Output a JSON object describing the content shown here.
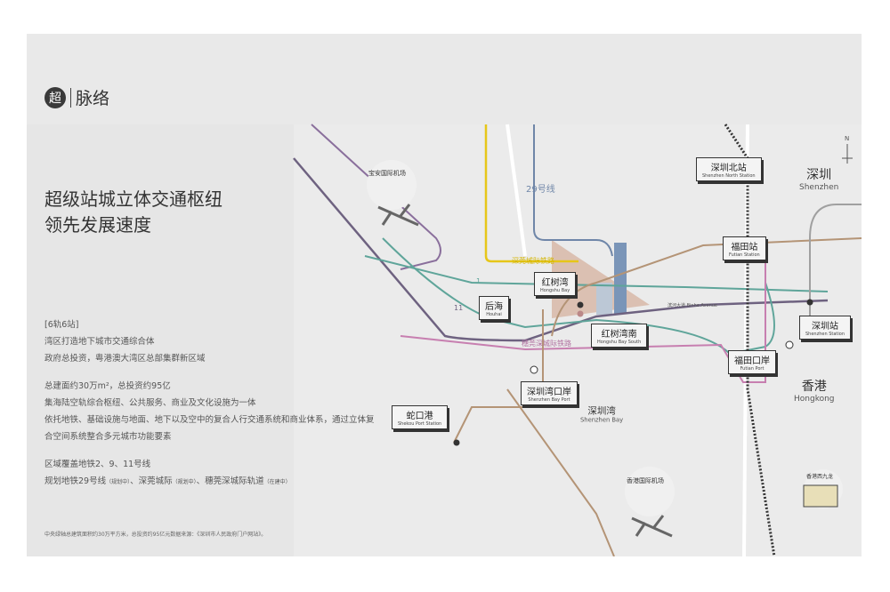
{
  "header": {
    "logo_char": "超",
    "title": "脉络"
  },
  "headline": [
    "超级站城立体交通枢纽",
    "领先发展速度"
  ],
  "body": {
    "tag": "[6轨6站]",
    "para1": [
      "湾区打造地下城市交通综合体",
      "政府总投资，粤港澳大湾区总部集群新区域"
    ],
    "para2": [
      "总建面约30万m²，总投资约95亿",
      "集海陆空轨综合枢纽、公共服务、商业及文化设施为一体",
      "依托地铁、基础设施与地面、地下以及空中的复合人行交通系统和商业体系，通过立体复",
      "合空间系统整合多元城市功能要素"
    ],
    "para3_line1": "区域覆盖地铁2、9、11号线",
    "para3_line2": {
      "a": "规划地铁29号线",
      "a_note": "（规划中）",
      "b": "、深莞城际",
      "b_note": "（规划中）",
      "c": "、穗莞深城际轨道",
      "c_note": "（在建中）"
    }
  },
  "footnote": "中央绿轴总建筑面积约30万平方米，总投资约95亿元数据来源：《深圳市人民政府门户网站》。",
  "map": {
    "compass": "N",
    "places": [
      {
        "cn": "深圳",
        "en": "Shenzhen"
      },
      {
        "cn": "香港",
        "en": "Hongkong"
      },
      {
        "cn": "深圳湾",
        "en": "Shenzhen Bay"
      }
    ],
    "stations": [
      {
        "cn": "深圳北站",
        "en": "Shenzhen North Station"
      },
      {
        "cn": "福田站",
        "en": "Futian Station"
      },
      {
        "cn": "深圳站",
        "en": "Shenzhen Station"
      },
      {
        "cn": "福田口岸",
        "en": "Futian Port"
      },
      {
        "cn": "红树湾",
        "en": "Hongshu Bay"
      },
      {
        "cn": "后海",
        "en": "Houhai"
      },
      {
        "cn": "红树湾南",
        "en": "Hongshu Bay South"
      },
      {
        "cn": "深圳湾口岸",
        "en": "Shenzhen Bay Port"
      },
      {
        "cn": "蛇口港",
        "en": "Shekou Port Station"
      }
    ],
    "airports": [
      {
        "cn": "宝安国际机场"
      },
      {
        "cn": "香港国际机场"
      }
    ],
    "landmark": {
      "cn": "香港西九龙"
    },
    "line_labels": {
      "line29": "29号线",
      "line1": "1",
      "line11": "11",
      "yellow": "深莞城际铁路",
      "pink": "穗莞深城际铁路"
    },
    "roads": {
      "binhe": "滨河大道 Binhe Avenue"
    },
    "colors": {
      "yellow": "#e6c619",
      "blue": "#6f86a8",
      "teal": "#5fa59a",
      "purple": "#8a6f9c",
      "pink": "#c77fb0",
      "brown": "#b49476",
      "grey": "#a0a0a0",
      "site": "#d8b8a8"
    }
  }
}
